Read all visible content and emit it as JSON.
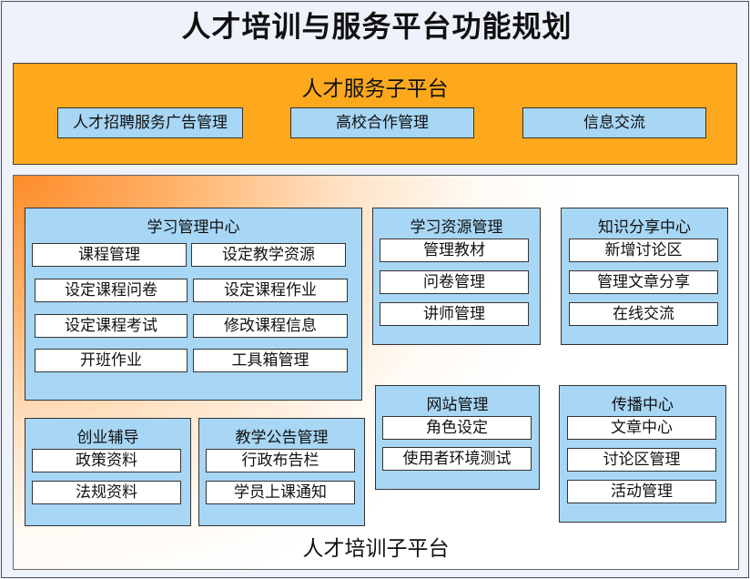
{
  "title": "人才培训与服务平台功能规划",
  "service_platform": {
    "title": "人才服务子平台",
    "items": [
      "人才招聘服务广告管理",
      "高校合作管理",
      "信息交流"
    ]
  },
  "training_platform": {
    "title": "人才培训子平台",
    "modules": {
      "learning_center": {
        "title": "学习管理中心",
        "items": [
          "课程管理",
          "设定教学资源",
          "设定课程问卷",
          "设定课程作业",
          "设定课程考试",
          "修改课程信息",
          "开班作业",
          "工具箱管理"
        ]
      },
      "resources": {
        "title": "学习资源管理",
        "items": [
          "管理教材",
          "问卷管理",
          "讲师管理"
        ]
      },
      "knowledge": {
        "title": "知识分享中心",
        "items": [
          "新增讨论区",
          "管理文章分享",
          "在线交流"
        ]
      },
      "startup": {
        "title": "创业辅导",
        "items": [
          "政策资料",
          "法规资料"
        ]
      },
      "notice": {
        "title": "教学公告管理",
        "items": [
          "行政布告栏",
          "学员上课通知"
        ]
      },
      "website": {
        "title": "网站管理",
        "items": [
          "角色设定",
          "使用者环境测试"
        ]
      },
      "broadcast": {
        "title": "传播中心",
        "items": [
          "文章中心",
          "讨论区管理",
          "活动管理"
        ]
      }
    }
  },
  "colors": {
    "service_bg": "#fda81d",
    "module_bg": "#a8d6f5",
    "item_bg": "#ffffff",
    "gradient_accent": "#fd8c2a"
  }
}
